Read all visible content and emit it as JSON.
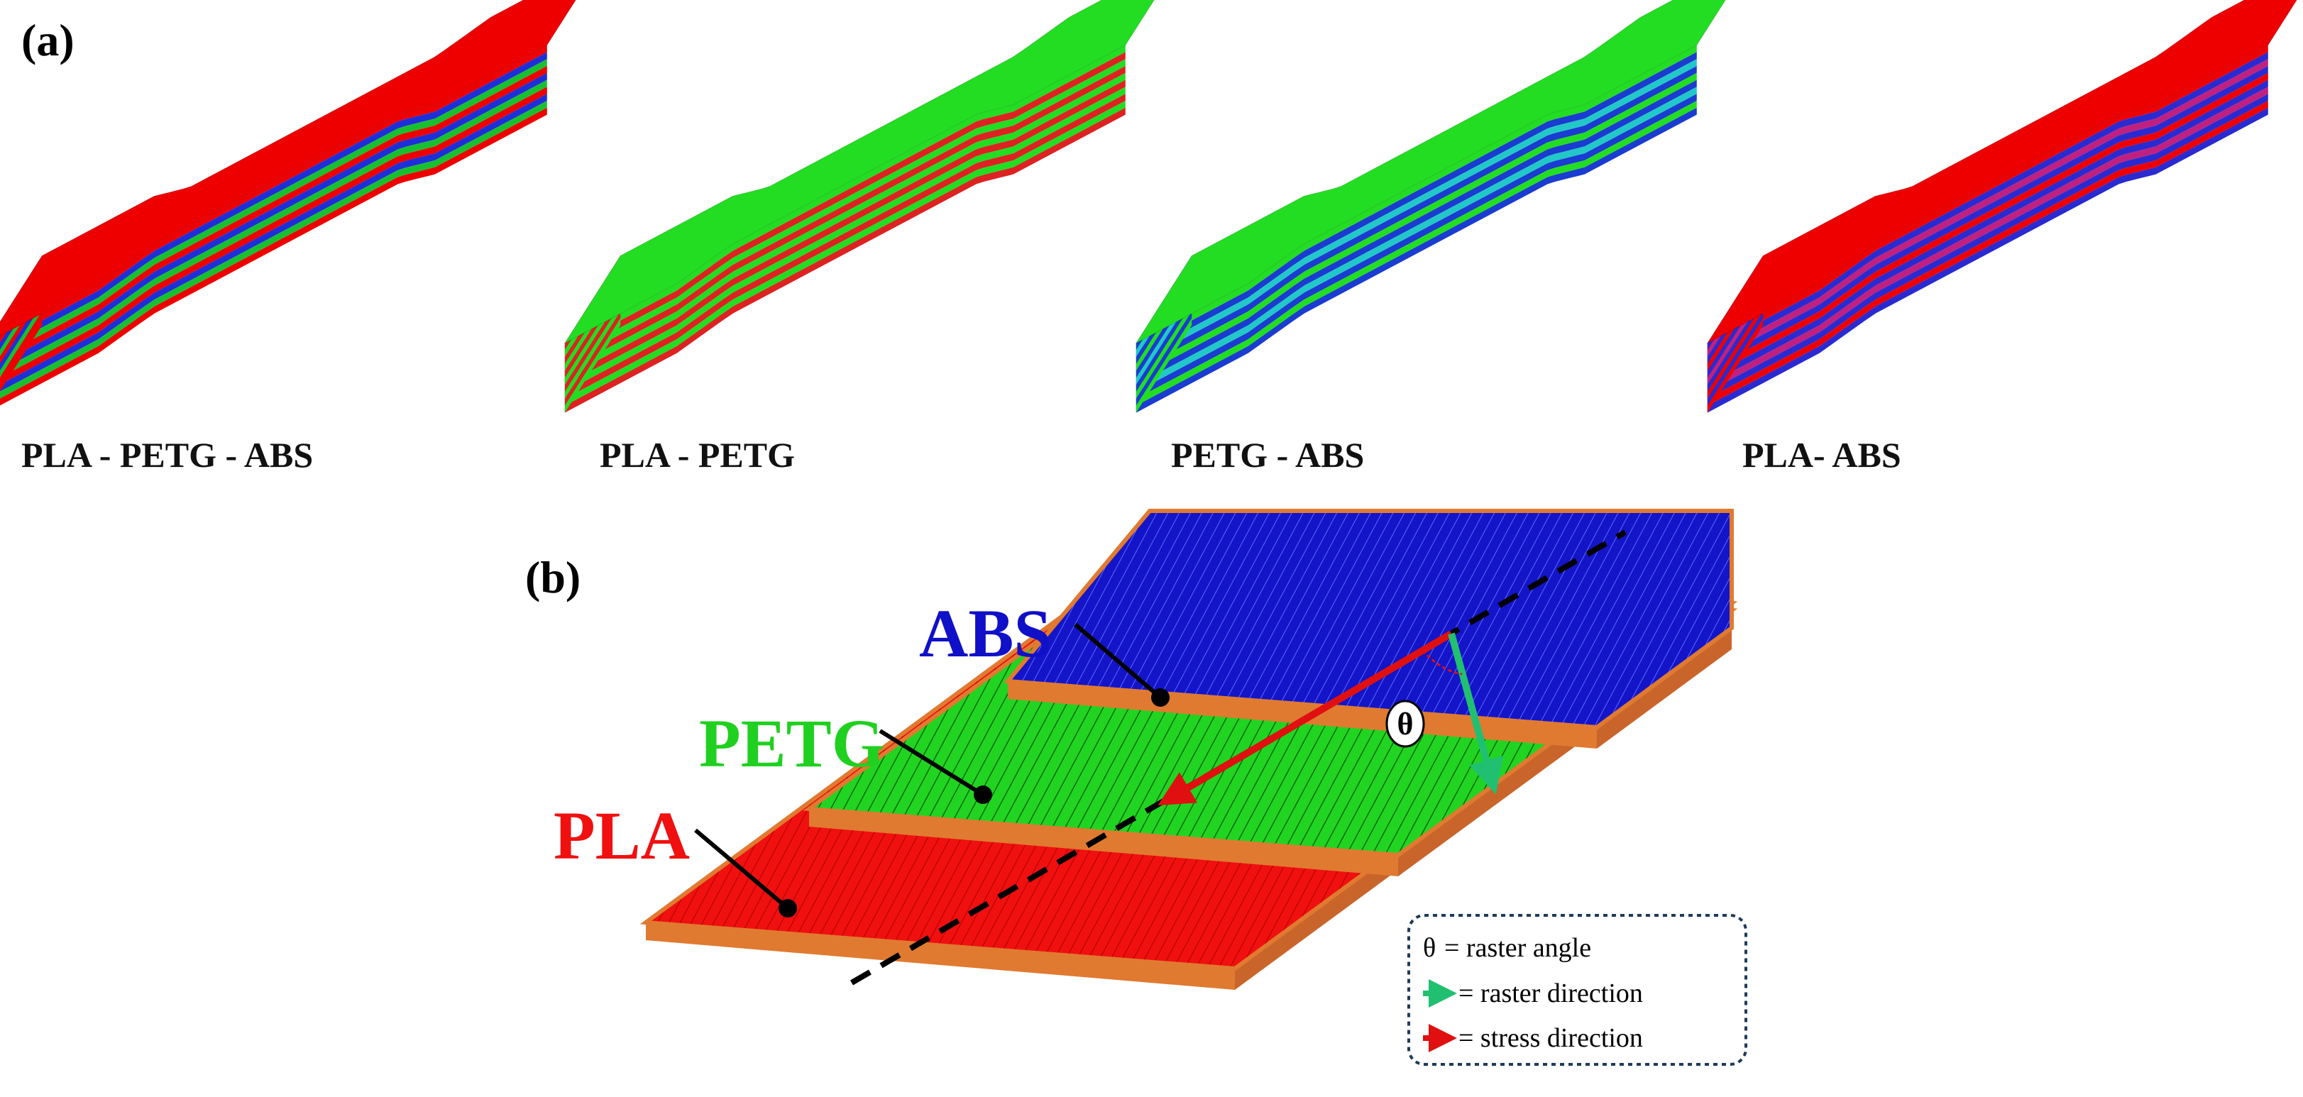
{
  "panel_a": {
    "label": "(a)",
    "specimens": [
      {
        "caption": "PLA - PETG - ABS",
        "top_color": "#ee0000",
        "stripe_colors": [
          "#ee0000",
          "#1f2fd8",
          "#18c030",
          "#ee0000",
          "#1f2fd8",
          "#18c030",
          "#ee0000",
          "#1f2fd8",
          "#18c030",
          "#ee0000"
        ]
      },
      {
        "caption": "PLA - PETG",
        "top_color": "#22dd22",
        "stripe_colors": [
          "#22dd22",
          "#dd2222",
          "#22dd22",
          "#dd2222",
          "#22dd22",
          "#dd2222",
          "#22dd22",
          "#dd2222",
          "#22dd22",
          "#dd2222"
        ]
      },
      {
        "caption": "PETG - ABS",
        "top_color": "#22dd22",
        "stripe_colors": [
          "#22dd22",
          "#1a3cd0",
          "#22c8c8",
          "#1a3cd0",
          "#22dd22",
          "#1a3cd0",
          "#22c8c8",
          "#1a3cd0",
          "#22dd22",
          "#1a3cd0"
        ]
      },
      {
        "caption": "PLA- ABS",
        "top_color": "#ee0000",
        "stripe_colors": [
          "#ee0000",
          "#2a2ad0",
          "#c02080",
          "#2a2ad0",
          "#ee0000",
          "#2a2ad0",
          "#c02080",
          "#2a2ad0",
          "#ee0000",
          "#2a2ad0"
        ]
      }
    ]
  },
  "panel_b": {
    "label": "(b)",
    "layers": [
      {
        "name": "ABS",
        "color": "#1010c8",
        "text_color": "#1010c8"
      },
      {
        "name": "PETG",
        "color": "#20d020",
        "text_color": "#20d020"
      },
      {
        "name": "PLA",
        "color": "#f01010",
        "text_color": "#f01010"
      }
    ],
    "edge_color": "#e07a30",
    "theta_symbol": "θ",
    "legend": {
      "items": [
        {
          "key": "θ",
          "text": "= raster angle"
        },
        {
          "key": "",
          "text": "= raster direction",
          "arrow_color": "#20c070"
        },
        {
          "key": "",
          "text": "= stress direction",
          "arrow_color": "#e01010"
        }
      ]
    }
  }
}
